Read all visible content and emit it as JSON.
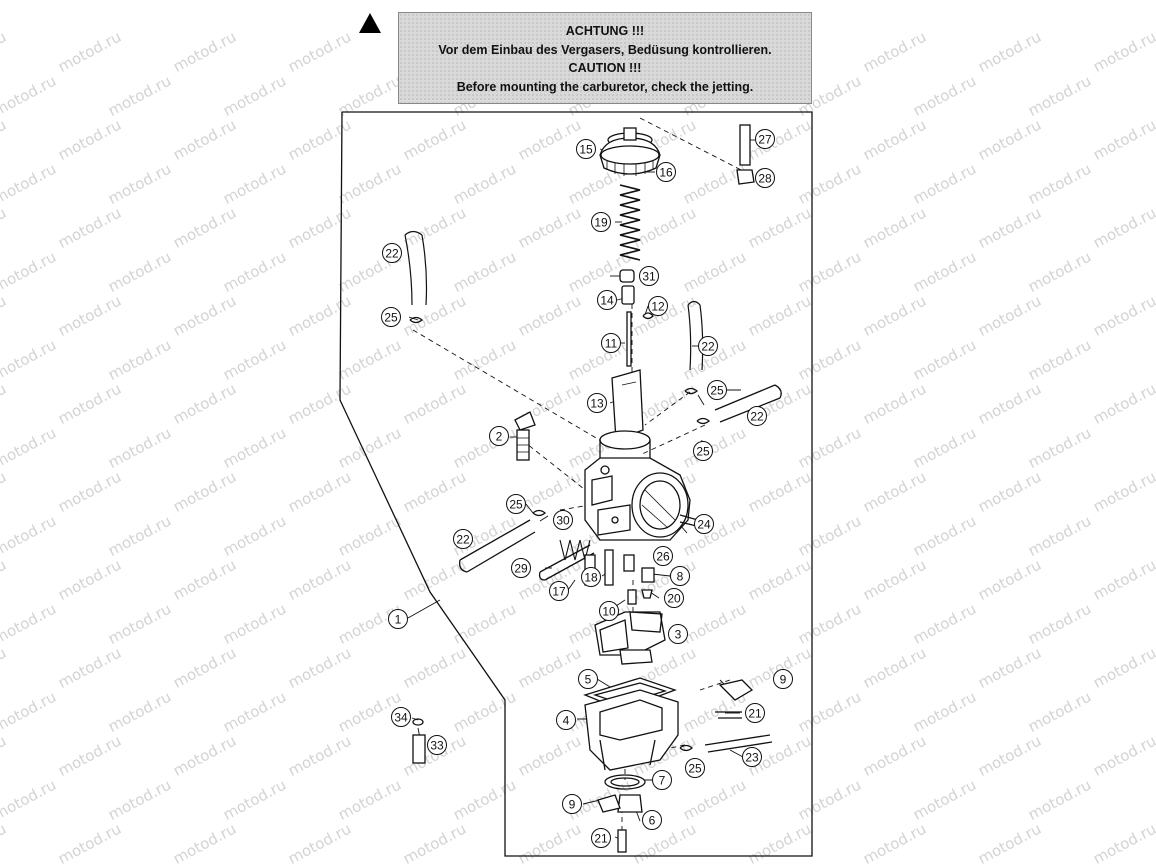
{
  "warning": {
    "icon": "warning-triangle-icon",
    "lines": [
      "ACHTUNG !!!",
      "Vor dem Einbau des Vergasers, Bedüsung kontrollieren.",
      "CAUTION !!!",
      "Before mounting the carburetor, check the jetting."
    ]
  },
  "watermark": "motod.ru",
  "callouts": [
    {
      "id": "c1",
      "label": "1"
    },
    {
      "id": "c2",
      "label": "2"
    },
    {
      "id": "c3",
      "label": "3"
    },
    {
      "id": "c4",
      "label": "4"
    },
    {
      "id": "c5",
      "label": "5"
    },
    {
      "id": "c6",
      "label": "6"
    },
    {
      "id": "c7",
      "label": "7"
    },
    {
      "id": "c8",
      "label": "8"
    },
    {
      "id": "c9a",
      "label": "9"
    },
    {
      "id": "c9b",
      "label": "9"
    },
    {
      "id": "c10",
      "label": "10"
    },
    {
      "id": "c11",
      "label": "11"
    },
    {
      "id": "c12",
      "label": "12"
    },
    {
      "id": "c13",
      "label": "13"
    },
    {
      "id": "c14",
      "label": "14"
    },
    {
      "id": "c15",
      "label": "15"
    },
    {
      "id": "c16",
      "label": "16"
    },
    {
      "id": "c17",
      "label": "17"
    },
    {
      "id": "c18",
      "label": "18"
    },
    {
      "id": "c19",
      "label": "19"
    },
    {
      "id": "c20",
      "label": "20"
    },
    {
      "id": "c21a",
      "label": "21"
    },
    {
      "id": "c21b",
      "label": "21"
    },
    {
      "id": "c22a",
      "label": "22"
    },
    {
      "id": "c22b",
      "label": "22"
    },
    {
      "id": "c22c",
      "label": "22"
    },
    {
      "id": "c22d",
      "label": "22"
    },
    {
      "id": "c23",
      "label": "23"
    },
    {
      "id": "c24",
      "label": "24"
    },
    {
      "id": "c25a",
      "label": "25"
    },
    {
      "id": "c25b",
      "label": "25"
    },
    {
      "id": "c25c",
      "label": "25"
    },
    {
      "id": "c25d",
      "label": "25"
    },
    {
      "id": "c25e",
      "label": "25"
    },
    {
      "id": "c26",
      "label": "26"
    },
    {
      "id": "c27",
      "label": "27"
    },
    {
      "id": "c28",
      "label": "28"
    },
    {
      "id": "c29",
      "label": "29"
    },
    {
      "id": "c30",
      "label": "30"
    },
    {
      "id": "c31",
      "label": "31"
    },
    {
      "id": "c33",
      "label": "33"
    },
    {
      "id": "c34",
      "label": "34"
    }
  ]
}
